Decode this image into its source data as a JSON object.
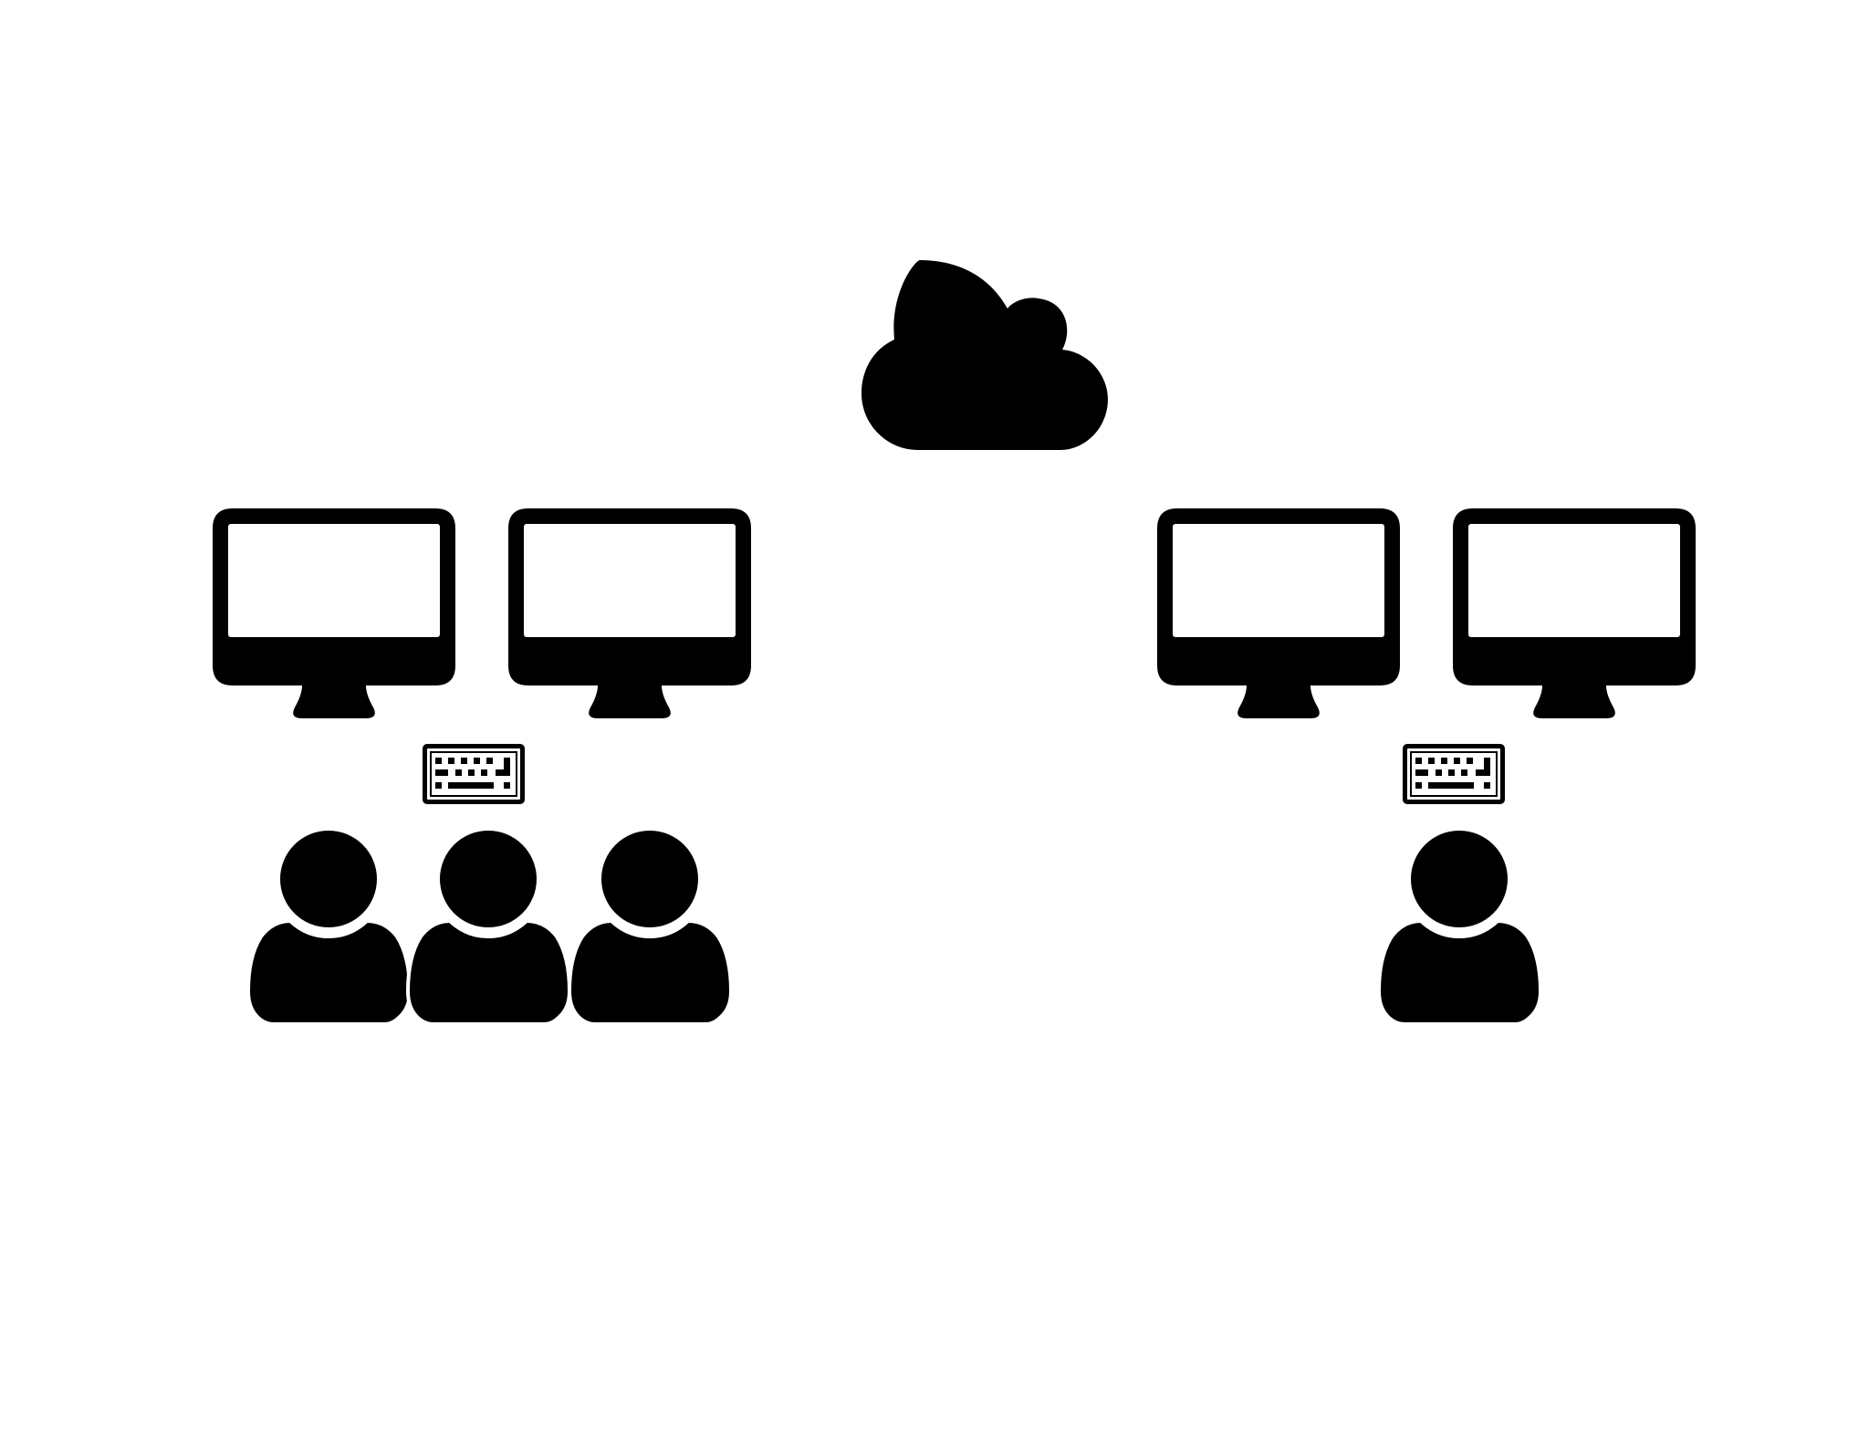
{
  "diagram": {
    "ink_color": "#000000",
    "background_color": "#ffffff",
    "cloud": {
      "icon": "cloud-icon"
    },
    "groups": [
      {
        "id": "left",
        "monitors": 2,
        "keyboards": 1,
        "users": 3
      },
      {
        "id": "right",
        "monitors": 2,
        "keyboards": 1,
        "users": 1
      }
    ]
  }
}
